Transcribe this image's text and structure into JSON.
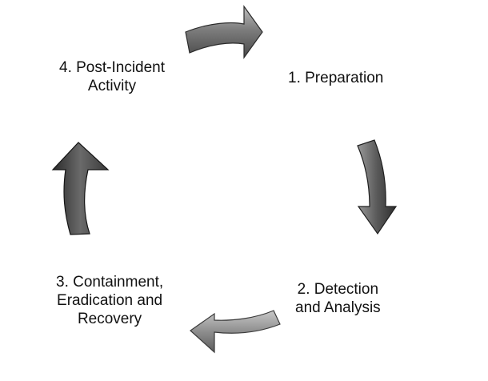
{
  "diagram": {
    "stages": [
      {
        "number": "1.",
        "lines": [
          "1. Preparation"
        ]
      },
      {
        "number": "2.",
        "lines": [
          "2. Detection",
          "and Analysis"
        ]
      },
      {
        "number": "3.",
        "lines": [
          "3. Containment,",
          "Eradication and",
          "Recovery"
        ]
      },
      {
        "number": "4.",
        "lines": [
          "4. Post-Incident",
          "Activity"
        ]
      }
    ],
    "arrow_colors": {
      "top": "#7a7a7a",
      "right": "#555555",
      "bottom": "#8a8a8a",
      "left": "#3c3c3c",
      "edge": "#222222"
    }
  }
}
